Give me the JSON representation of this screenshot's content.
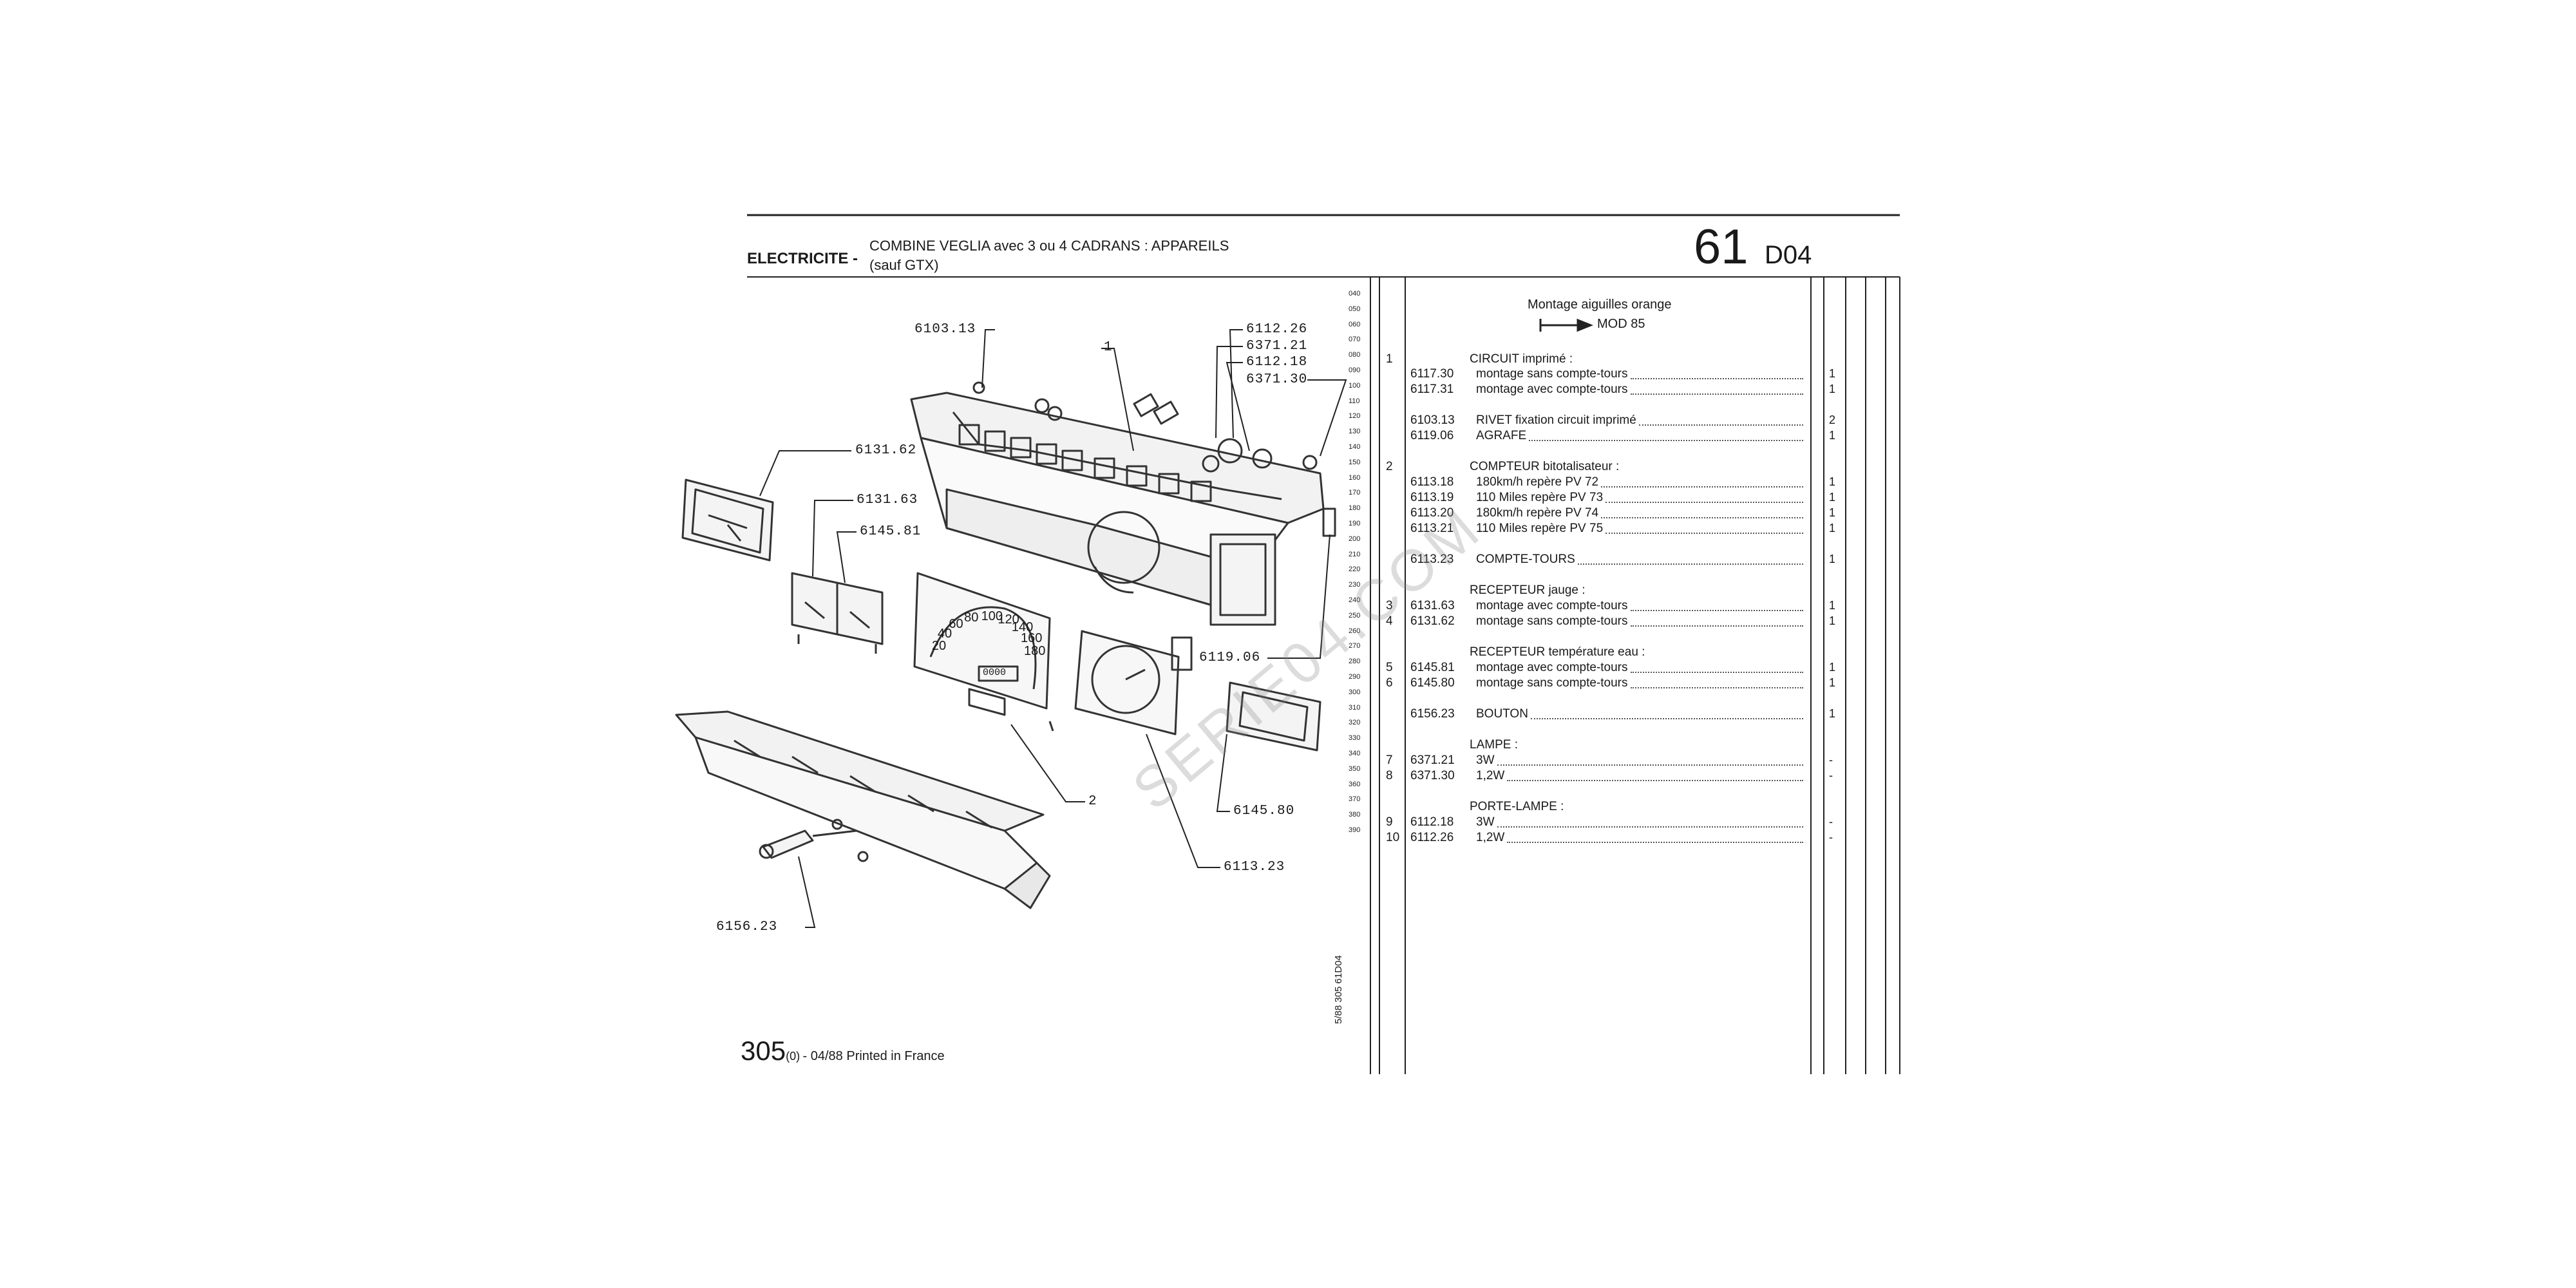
{
  "header": {
    "section": "ELECTRICITE -",
    "subtitle_line1": "COMBINE VEGLIA avec 3 ou 4 CADRANS : APPAREILS",
    "subtitle_line2": "(sauf GTX)",
    "group_number": "61",
    "page_code": "D04"
  },
  "row_numbers": [
    "040",
    "050",
    "060",
    "070",
    "080",
    "090",
    "100",
    "110",
    "120",
    "130",
    "140",
    "150",
    "160",
    "170",
    "180",
    "190",
    "200",
    "210",
    "220",
    "230",
    "240",
    "250",
    "260",
    "270",
    "280",
    "290",
    "300",
    "310",
    "320",
    "330",
    "340",
    "350",
    "360",
    "370",
    "380",
    "390"
  ],
  "diagram_labels": {
    "l6103_13": "6103.13",
    "l1": "1",
    "l6112_26": "6112.26",
    "l6371_21": "6371.21",
    "l6112_18": "6112.18",
    "l6371_30": "6371.30",
    "l6131_62": "6131.62",
    "l6131_63": "6131.63",
    "l6145_81": "6145.81",
    "l6119_06": "6119.06",
    "l2": "2",
    "l6145_80": "6145.80",
    "l6113_23": "6113.23",
    "l6156_23": "6156.23"
  },
  "gauge_text": {
    "speedo": [
      "20",
      "40",
      "60",
      "80",
      "100",
      "120",
      "140",
      "160",
      "180"
    ],
    "odo": "0000"
  },
  "parts_list": {
    "note_line1": "Montage aiguilles orange",
    "note_line2": "MOD 85",
    "rows": [
      {
        "item": "1",
        "ref": "",
        "desc": "CIRCUIT imprimé :",
        "qty": ""
      },
      {
        "item": "",
        "ref": "6117.30",
        "desc": "montage sans compte-tours",
        "qty": "1"
      },
      {
        "item": "",
        "ref": "6117.31",
        "desc": "montage avec compte-tours",
        "qty": "1"
      },
      {
        "item": "",
        "ref": "6103.13",
        "desc": "RIVET fixation circuit imprimé",
        "qty": "2"
      },
      {
        "item": "",
        "ref": "6119.06",
        "desc": "AGRAFE",
        "qty": "1"
      },
      {
        "item": "2",
        "ref": "",
        "desc": "COMPTEUR bitotalisateur :",
        "qty": ""
      },
      {
        "item": "",
        "ref": "6113.18",
        "desc": "180km/h repère PV 72",
        "qty": "1"
      },
      {
        "item": "",
        "ref": "6113.19",
        "desc": "110 Miles repère PV 73",
        "qty": "1"
      },
      {
        "item": "",
        "ref": "6113.20",
        "desc": "180km/h repère PV 74",
        "qty": "1"
      },
      {
        "item": "",
        "ref": "6113.21",
        "desc": "110 Miles repère PV 75",
        "qty": "1"
      },
      {
        "item": "",
        "ref": "6113.23",
        "desc": "COMPTE-TOURS",
        "qty": "1"
      },
      {
        "item": "",
        "ref": "",
        "desc": "RECEPTEUR jauge :",
        "qty": ""
      },
      {
        "item": "3",
        "ref": "6131.63",
        "desc": "montage avec compte-tours",
        "qty": "1"
      },
      {
        "item": "4",
        "ref": "6131.62",
        "desc": "montage sans compte-tours",
        "qty": "1"
      },
      {
        "item": "",
        "ref": "",
        "desc": "RECEPTEUR température eau :",
        "qty": ""
      },
      {
        "item": "5",
        "ref": "6145.81",
        "desc": "montage avec compte-tours",
        "qty": "1"
      },
      {
        "item": "6",
        "ref": "6145.80",
        "desc": "montage sans compte-tours",
        "qty": "1"
      },
      {
        "item": "",
        "ref": "6156.23",
        "desc": "BOUTON",
        "qty": "1"
      },
      {
        "item": "",
        "ref": "",
        "desc": "LAMPE :",
        "qty": ""
      },
      {
        "item": "7",
        "ref": "6371.21",
        "desc": "3W",
        "qty": "-"
      },
      {
        "item": "8",
        "ref": "6371.30",
        "desc": "1,2W",
        "qty": "-"
      },
      {
        "item": "",
        "ref": "",
        "desc": "PORTE-LAMPE :",
        "qty": ""
      },
      {
        "item": "9",
        "ref": "6112.18",
        "desc": "3W",
        "qty": "-"
      },
      {
        "item": "10",
        "ref": "6112.26",
        "desc": "1,2W",
        "qty": "-"
      }
    ]
  },
  "footer": {
    "page": "305",
    "suffix": "(0)",
    "printed": "- 04/88 Printed in France",
    "vertical_code": "5/88  305  61D04"
  },
  "watermark": "SERIE04.COM"
}
